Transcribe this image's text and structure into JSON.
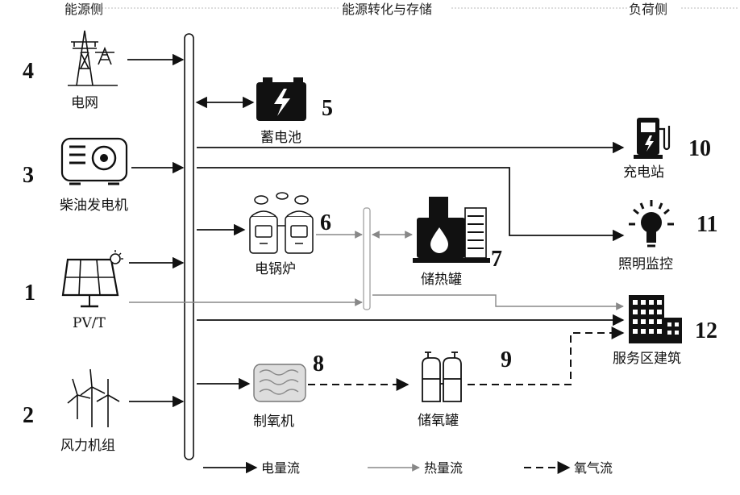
{
  "headers": {
    "source": "能源侧",
    "conversion": "能源转化与存储",
    "load": "负荷侧"
  },
  "nodes": {
    "grid": {
      "label": "电网",
      "number": "4"
    },
    "diesel": {
      "label": "柴油发电机",
      "number": "3"
    },
    "pvt": {
      "label": "PV/T",
      "number": "1"
    },
    "wind": {
      "label": "风力机组",
      "number": "2"
    },
    "battery": {
      "label": "蓄电池",
      "number": "5"
    },
    "boiler": {
      "label": "电锅炉",
      "number": "6"
    },
    "heat_storage": {
      "label": "储热罐",
      "number": "7"
    },
    "oxygen_gen": {
      "label": "制氧机",
      "number": "8"
    },
    "oxygen_tank": {
      "label": "储氧罐",
      "number": "9"
    },
    "charging": {
      "label": "充电站",
      "number": "10"
    },
    "lighting": {
      "label": "照明监控",
      "number": "11"
    },
    "building": {
      "label": "服务区建筑",
      "number": "12"
    }
  },
  "legend": {
    "electric": "电量流",
    "heat": "热量流",
    "oxygen": "氧气流"
  }
}
